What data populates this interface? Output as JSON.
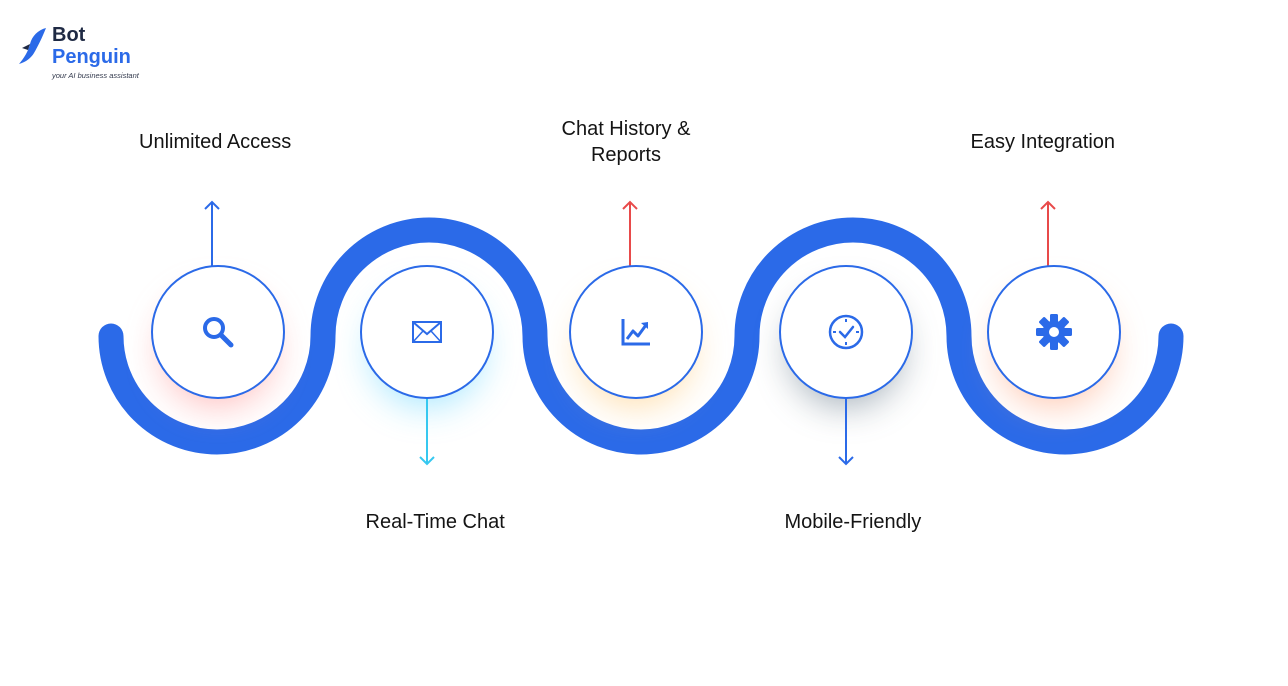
{
  "brand": {
    "name_line1": "Bot",
    "name_line2": "Penguin",
    "tagline": "your AI business assistant",
    "color_dark": "#1f2a44",
    "color_blue": "#2b6ae8"
  },
  "wave": {
    "color": "#2b6ae8"
  },
  "features": [
    {
      "label": "Unlimited Access",
      "icon": "search-icon",
      "direction": "up",
      "arrow_color": "#2b6ae8",
      "glow_color": "#ff8a8a"
    },
    {
      "label": "Real-Time Chat",
      "icon": "envelope-icon",
      "direction": "down",
      "arrow_color": "#36c8f0",
      "glow_color": "#5fd4ff"
    },
    {
      "label": "Chat History &\nReports",
      "icon": "line-chart-icon",
      "direction": "up",
      "arrow_color": "#e84a4a",
      "glow_color": "#ffc46b"
    },
    {
      "label": "Mobile-Friendly",
      "icon": "clock-icon",
      "direction": "down",
      "arrow_color": "#2b6ae8",
      "glow_color": "#5a6e80"
    },
    {
      "label": "Easy Integration",
      "icon": "gear-icon",
      "direction": "up",
      "arrow_color": "#e84a4a",
      "glow_color": "#ff9a70"
    }
  ]
}
